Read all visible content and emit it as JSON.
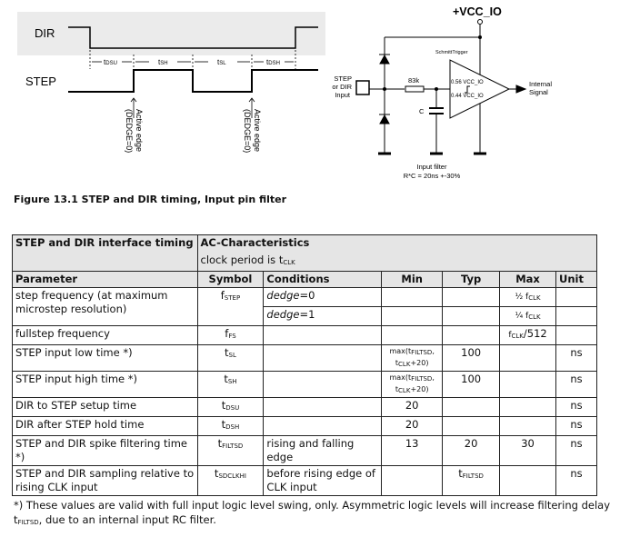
{
  "timing": {
    "dir": "DIR",
    "step": "STEP",
    "t_dsu": {
      "b": "t",
      "s": "DSU"
    },
    "t_sh": {
      "b": "t",
      "s": "SH"
    },
    "t_sl": {
      "b": "t",
      "s": "SL"
    },
    "t_dsh": {
      "b": "t",
      "s": "DSH"
    },
    "active_edge": "Active edge",
    "dedge": "(DEDGE=0)"
  },
  "circuit": {
    "vcc": "+VCC_IO",
    "schmitt": "SchmittTrigger",
    "input1": "STEP",
    "input2": "or DIR",
    "input3": "Input",
    "resistor": "83k",
    "cap": "C",
    "th_high": "0.56 VCC_IO",
    "th_low": "0.44 VCC_IO",
    "out1": "Internal",
    "out2": "Signal",
    "filter1": "Input filter",
    "filter2": "R*C = 20ns +-30%"
  },
  "caption": "Figure 13.1 STEP and DIR timing, Input pin filter",
  "table": {
    "title": "STEP and DIR interface timing",
    "ac": "AC-Characteristics",
    "clock": "clock period is t",
    "clock_sub": "CLK",
    "headers": [
      "Parameter",
      "Symbol",
      "Conditions",
      "Min",
      "Typ",
      "Max",
      "Unit"
    ],
    "rows": [
      {
        "param": "step frequency (at maximum microstep resolution)",
        "sym": "f",
        "sub": "STEP",
        "cond": "dedge",
        "cond2": "=0",
        "max": "½ f",
        "max_sub": "CLK",
        "cond_b": "dedge",
        "cond2_b": "=1",
        "max_b": "¼ f",
        "max_b_sub": "CLK"
      },
      {
        "param": "fullstep frequency",
        "sym": "f",
        "sub": "FS",
        "max": "f",
        "max_sub": "CLK",
        "max_tail": "/512"
      },
      {
        "param": "STEP input low time *)",
        "sym": "t",
        "sub": "SL",
        "min1": "max(t",
        "min1s": "FILTSD",
        "min1t": ",",
        "min2": "t",
        "min2s": "CLK",
        "min2t": "+20)",
        "typ": "100",
        "unit": "ns"
      },
      {
        "param": "STEP input high time *)",
        "sym": "t",
        "sub": "SH",
        "min1": "max(t",
        "min1s": "FILTSD",
        "min1t": ",",
        "min2": "t",
        "min2s": "CLK",
        "min2t": "+20)",
        "typ": "100",
        "unit": "ns"
      },
      {
        "param": "DIR to STEP setup time",
        "sym": "t",
        "sub": "DSU",
        "min": "20",
        "unit": "ns"
      },
      {
        "param": "DIR after STEP hold time",
        "sym": "t",
        "sub": "DSH",
        "min": "20",
        "unit": "ns"
      },
      {
        "param": "STEP and DIR spike filtering time *)",
        "sym": "t",
        "sub": "FILTSD",
        "cond": "rising and falling edge",
        "min": "13",
        "typ": "20",
        "max": "30",
        "unit": "ns"
      },
      {
        "param": "STEP and DIR sampling relative to rising CLK input",
        "sym": "t",
        "sub": "SDCLKHI",
        "cond": "before rising edge of CLK input",
        "typ": "t",
        "typ_sub": "FILTSD",
        "unit": "ns"
      }
    ]
  },
  "footnote": {
    "a": "*) These values are valid with full input logic level swing, only. Asymmetric logic levels will increase filtering delay t",
    "sub": "FILTSD",
    "b": ", due to an internal input RC filter."
  }
}
